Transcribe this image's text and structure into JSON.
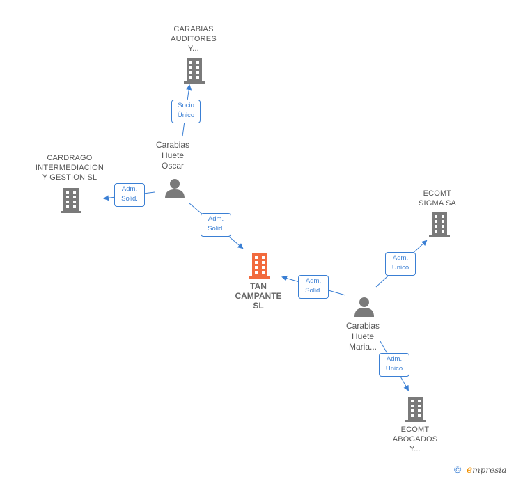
{
  "nodes": {
    "carabias_auditores": {
      "lines": [
        "CARABIAS",
        "AUDITORES",
        "Y..."
      ]
    },
    "cardrago": {
      "lines": [
        "CARDRAGO",
        "INTERMEDIACION",
        "Y GESTION  SL"
      ]
    },
    "carabias_oscar": {
      "lines": [
        "Carabias",
        "Huete",
        "Oscar"
      ]
    },
    "ecomt_sigma": {
      "lines": [
        "ECOMT",
        "SIGMA SA"
      ]
    },
    "tan_campante": {
      "lines": [
        "TAN",
        "CAMPANTE",
        "SL"
      ]
    },
    "carabias_maria": {
      "lines": [
        "Carabias",
        "Huete",
        "Maria..."
      ]
    },
    "ecomt_abogados": {
      "lines": [
        "ECOMT",
        "ABOGADOS",
        "Y..."
      ]
    }
  },
  "relations": {
    "socio_unico": {
      "lines": [
        "Socio",
        "Único"
      ]
    },
    "adm_solid_cardrago": {
      "lines": [
        "Adm.",
        "Solid."
      ]
    },
    "adm_solid_tan_oscar": {
      "lines": [
        "Adm.",
        "Solid."
      ]
    },
    "adm_unico_sigma": {
      "lines": [
        "Adm.",
        "Unico"
      ]
    },
    "adm_solid_tan_maria": {
      "lines": [
        "Adm.",
        "Solid."
      ]
    },
    "adm_unico_abogados": {
      "lines": [
        "Adm.",
        "Unico"
      ]
    }
  },
  "footer": {
    "copyright": "©",
    "brand_initial": "e",
    "brand_rest": "mpresia"
  },
  "colors": {
    "edge": "#3a7fd4",
    "main_company": "#f26a3d",
    "company": "#7a7a7a",
    "person": "#7a7a7a"
  }
}
